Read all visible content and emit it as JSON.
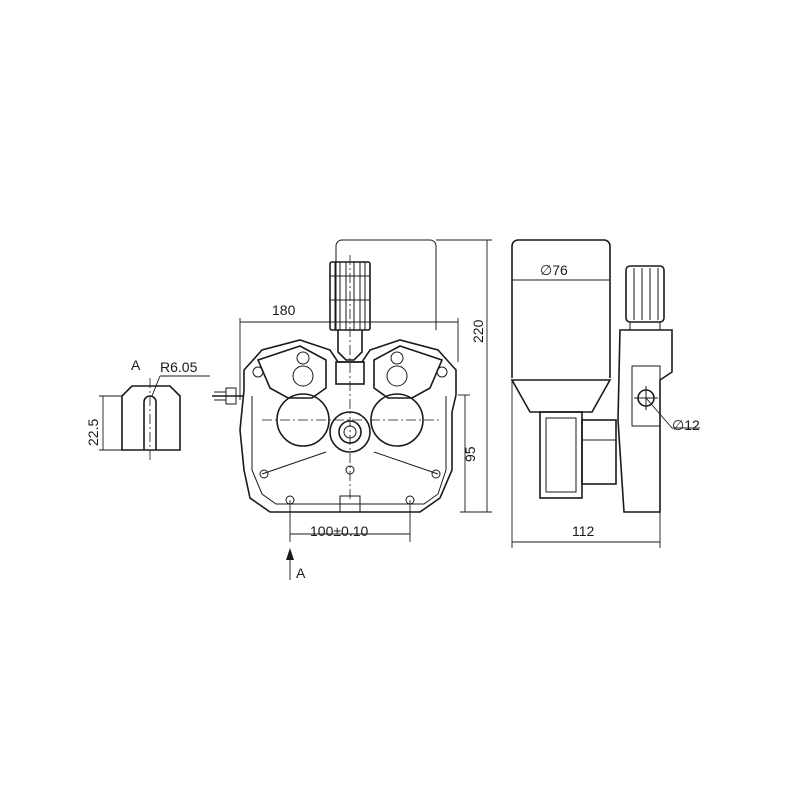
{
  "dimensions": {
    "width_front": "180",
    "height_total": "220",
    "height_lower": "95",
    "hole_spacing": "100±0.10",
    "depth_side": "112",
    "diameter_reel": "∅76",
    "diameter_knob": "∅12",
    "slot_radius": "R6.05",
    "slot_height": "22.5"
  },
  "views": {
    "detail_label": "A",
    "arrow_label": "A"
  }
}
